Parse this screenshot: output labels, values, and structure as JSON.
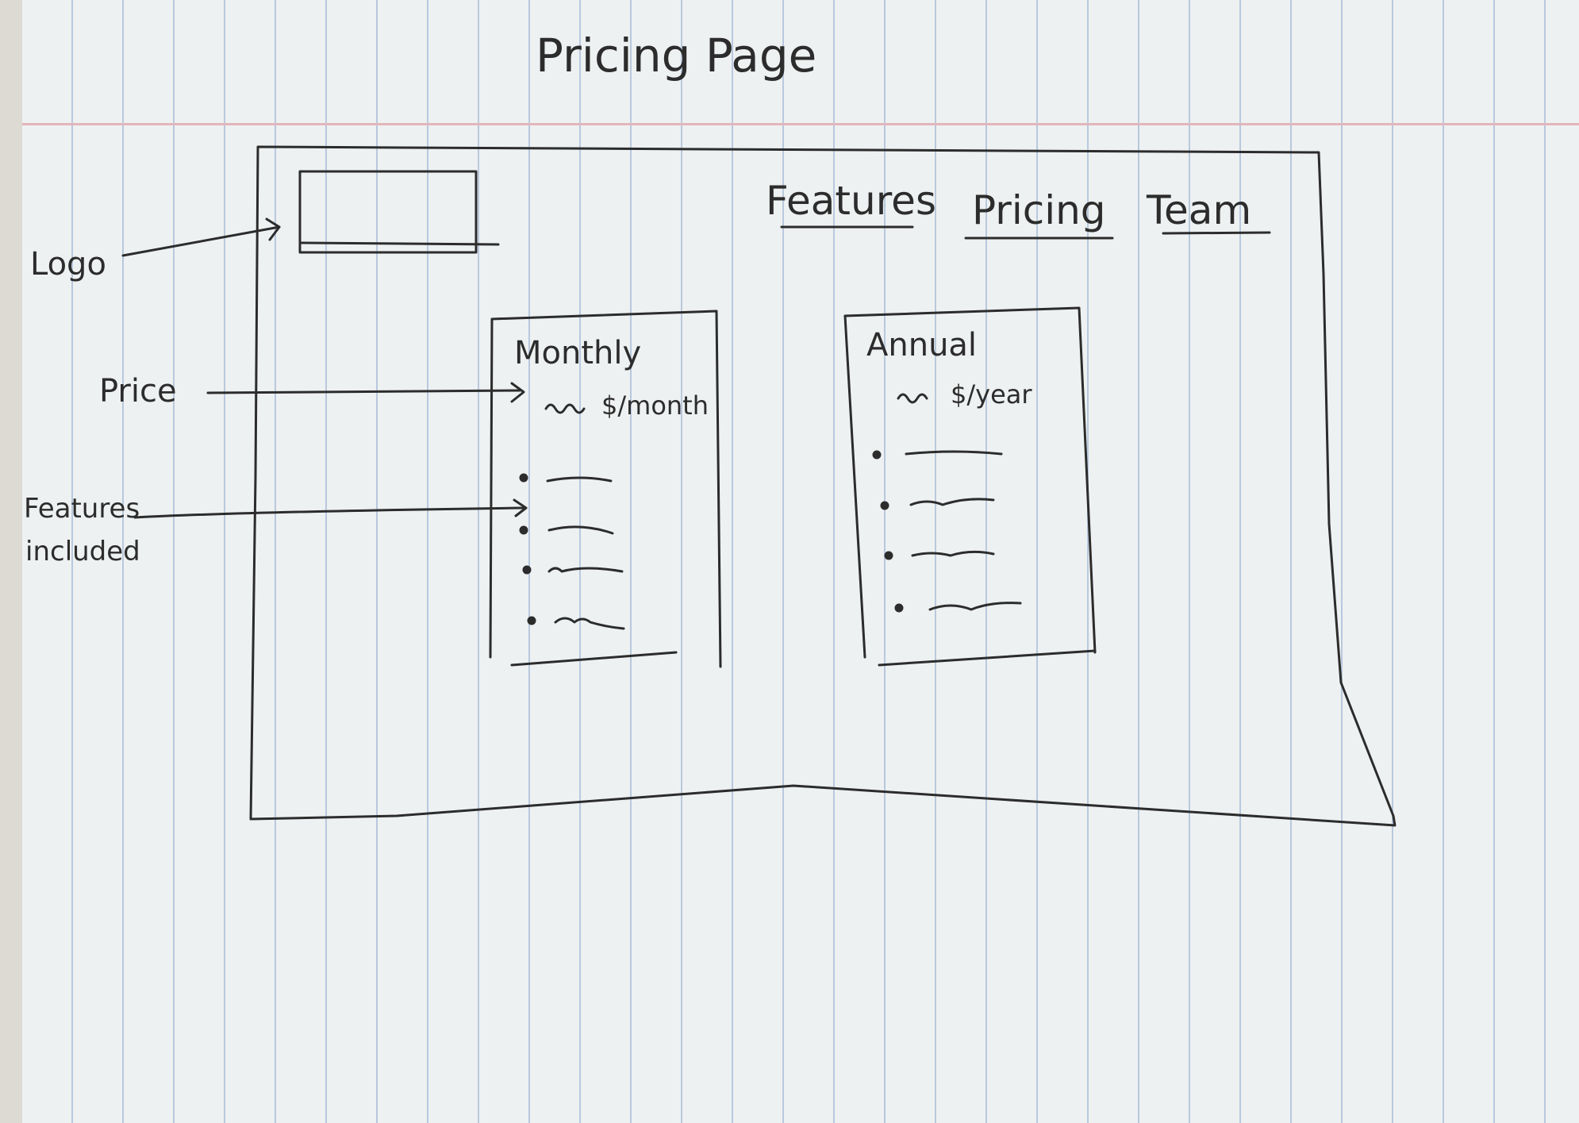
{
  "title": "Pricing Page",
  "nav": {
    "items": [
      {
        "label": "Features"
      },
      {
        "label": "Pricing"
      },
      {
        "label": "Team"
      }
    ]
  },
  "annotations": {
    "logo": "Logo",
    "price": "Price",
    "features_line1": "Features",
    "features_line2": "included"
  },
  "plans": [
    {
      "name": "Monthly",
      "price_unit": "$/month",
      "feature_count": 4
    },
    {
      "name": "Annual",
      "price_unit": "$/year",
      "feature_count": 4
    }
  ],
  "colors": {
    "ink": "#2c2c2c",
    "paper": "#eef1f1",
    "rule_blue": "#b8c8de",
    "rule_red": "#e2b6bb"
  }
}
